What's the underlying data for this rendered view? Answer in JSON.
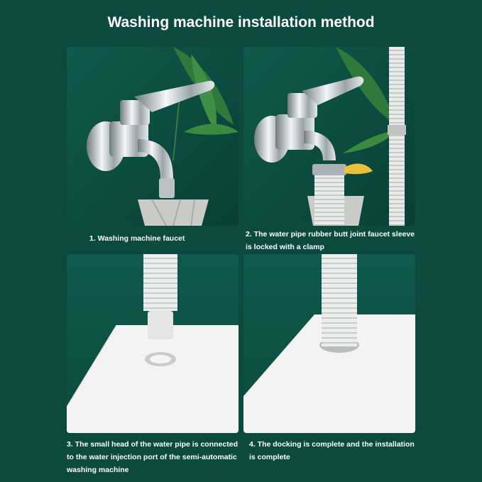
{
  "title": "Washing machine installation method",
  "steps": [
    {
      "lines": [
        "1. Washing machine faucet"
      ]
    },
    {
      "lines": [
        "2. The water pipe rubber butt joint faucet sleeve",
        "is locked with a clamp"
      ]
    },
    {
      "lines": [
        "3. The small head of the water pipe is connected",
        "to the water injection port of the semi-automatic",
        "washing machine"
      ]
    },
    {
      "lines": [
        "4. The docking is complete and the installation",
        "is complete"
      ]
    }
  ]
}
